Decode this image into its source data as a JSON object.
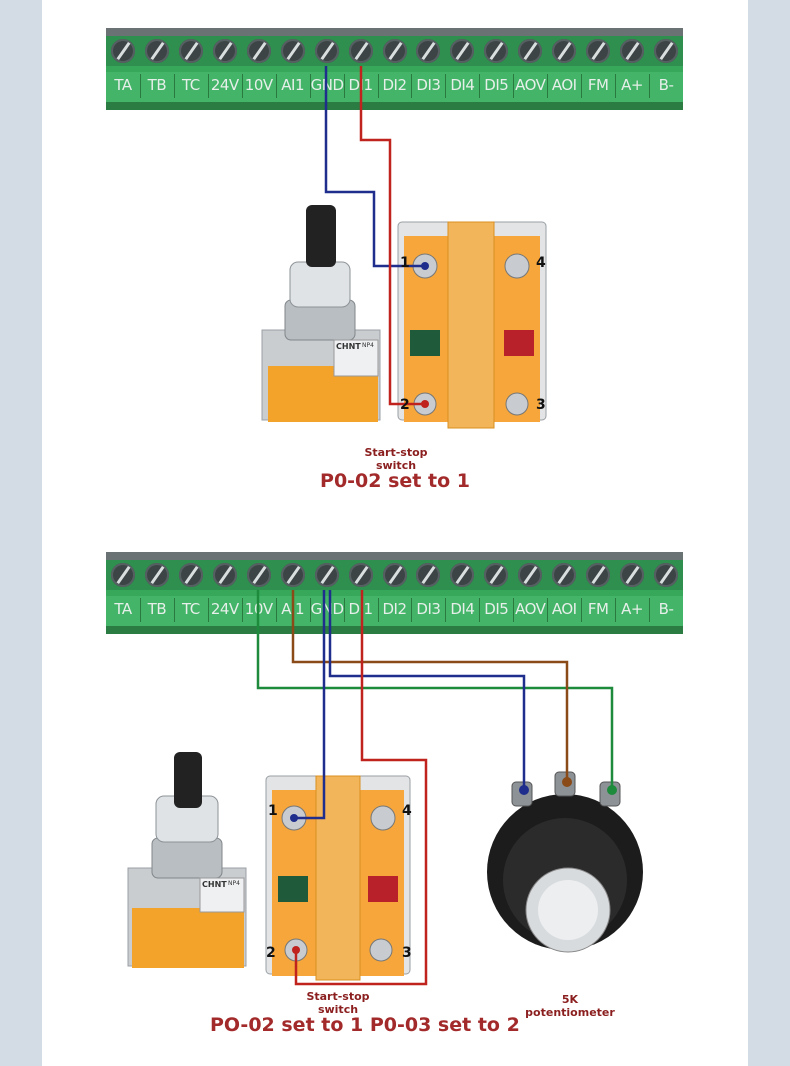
{
  "terminal_labels": [
    "TA",
    "TB",
    "TC",
    "24V",
    "10V",
    "AI1",
    "GND",
    "DI1",
    "DI2",
    "DI3",
    "DI4",
    "DI5",
    "AOV",
    "AOI",
    "FM",
    "A+",
    "B-"
  ],
  "diagram1": {
    "switch_caption_line1": "Start-stop",
    "switch_caption_line2": "switch",
    "setting": "P0-02 set to 1",
    "terminals": [
      "1",
      "4",
      "2",
      "3"
    ],
    "brand": "CHNT",
    "model": "NP4"
  },
  "diagram2": {
    "switch_caption_line1": "Start-stop",
    "switch_caption_line2": "switch",
    "setting": "PO-02 set to 1 P0-03 set to 2",
    "terminals": [
      "1",
      "4",
      "2",
      "3"
    ],
    "pot_caption_line1": "5K",
    "pot_caption_line2": "potentiometer",
    "brand": "CHNT",
    "model": "NP4"
  },
  "colors": {
    "wire_blue": "#1f2d8c",
    "wire_red": "#c0221e",
    "wire_green": "#1e8a3c",
    "wire_brown": "#8a4b18",
    "caption": "#a32a2a"
  }
}
